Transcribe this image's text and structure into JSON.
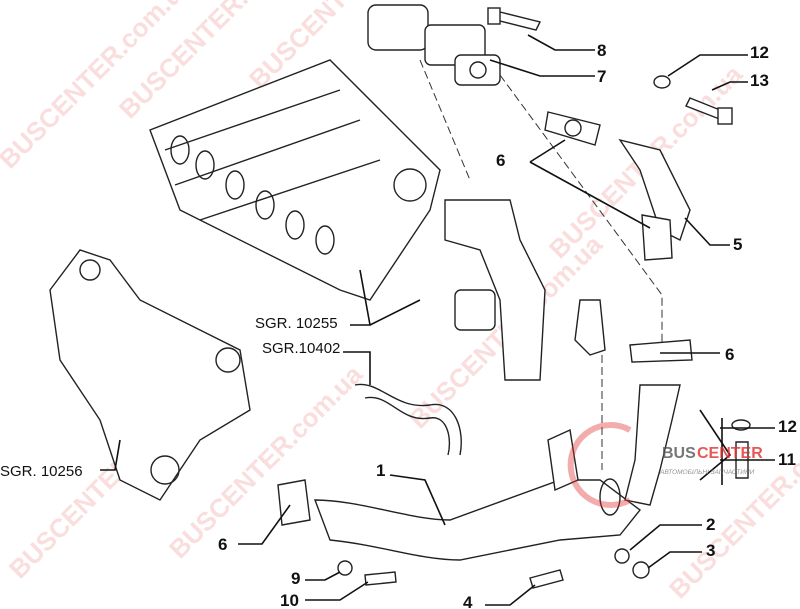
{
  "diagram": {
    "callouts": [
      {
        "id": "8",
        "text": "8"
      },
      {
        "id": "7",
        "text": "7"
      },
      {
        "id": "12a",
        "text": "12"
      },
      {
        "id": "13",
        "text": "13"
      },
      {
        "id": "6a",
        "text": "6"
      },
      {
        "id": "5",
        "text": "5"
      },
      {
        "id": "6b",
        "text": "6"
      },
      {
        "id": "12b",
        "text": "12"
      },
      {
        "id": "11",
        "text": "11"
      },
      {
        "id": "1",
        "text": "1"
      },
      {
        "id": "6c",
        "text": "6"
      },
      {
        "id": "2",
        "text": "2"
      },
      {
        "id": "3",
        "text": "3"
      },
      {
        "id": "9",
        "text": "9"
      },
      {
        "id": "10",
        "text": "10"
      },
      {
        "id": "4",
        "text": "4"
      }
    ],
    "references": {
      "sgr1": "SGR. 10255",
      "sgr2": "SGR.10402",
      "sgr3": "SGR. 10256"
    }
  },
  "watermark": {
    "text": "BUSCENTER.com.ua",
    "color": "#e88888"
  },
  "logo": {
    "brand_part1": "BUS",
    "brand_part2": "CENTER",
    "tagline": "АВТОМОБІЛЬНІ ЗАПЧАСТИНИ",
    "accent": "#e03030"
  }
}
